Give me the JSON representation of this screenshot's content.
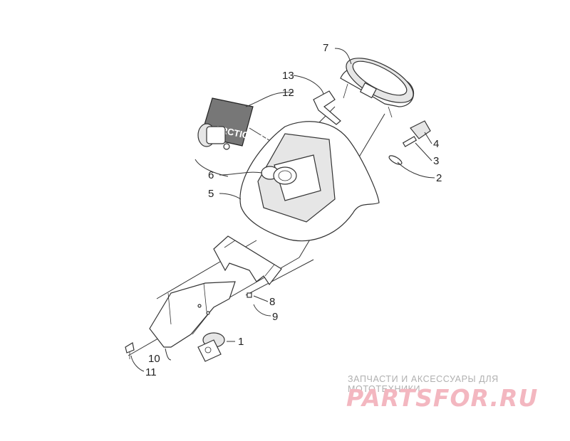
{
  "callouts": {
    "c1": "1",
    "c2": "2",
    "c3": "3",
    "c4": "4",
    "c5": "5",
    "c6": "6",
    "c7": "7",
    "c8": "8",
    "c9": "9",
    "c10": "10",
    "c11": "11",
    "c12": "12",
    "c13": "13"
  },
  "decal_text": "ARCTIC CAT",
  "watermark": {
    "tagline": "ЗАПЧАСТИ И АКСЕССУАРЫ ДЛЯ МОТОТЕХНИКИ",
    "logo": "PARTSFOR.RU"
  },
  "colors": {
    "line": "#333333",
    "watermark_tag": "#b0b0b0",
    "watermark_logo": "#f3b7c0"
  }
}
